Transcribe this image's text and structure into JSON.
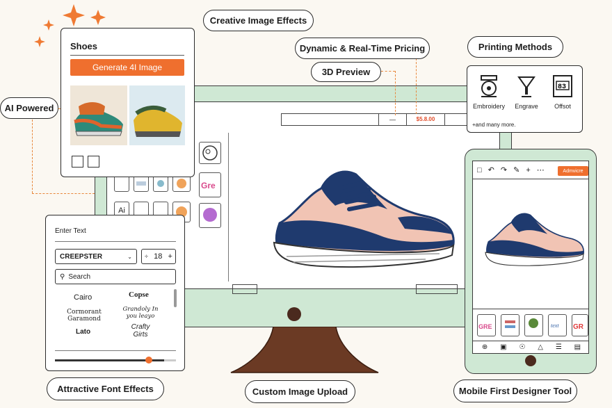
{
  "pills": {
    "creative": "Creative Image Effects",
    "pricing": "Dynamic & Real-Time Pricing",
    "printing": "Printing Methods",
    "preview3d": "3D Preview",
    "ai": "AI Powered",
    "fonts": "Attractive Font Effects",
    "upload": "Custom Image Upload",
    "mobile": "Mobile First Designer Tool"
  },
  "ai_card": {
    "title": "Shoes",
    "button": "Generate 4I Image"
  },
  "price_bar": {
    "dash": "—",
    "price": "$5.8.00"
  },
  "printing_card": {
    "methods": [
      {
        "label": "Embroidery",
        "icon": "embroidery-machine-icon"
      },
      {
        "label": "Engrave",
        "icon": "engrave-tool-icon"
      },
      {
        "label": "Offsot",
        "icon": "offset-printer-icon"
      }
    ],
    "more": "+and many more."
  },
  "font_panel": {
    "label": "Enter Text",
    "font_select": "CREEPSTER",
    "size": "18",
    "minus": "÷",
    "plus": "+",
    "search_placeholder": "Search",
    "fonts": [
      "Cairo",
      "Copse",
      "Cormorant Garamond",
      "Grandoly In you leayo",
      "Lato",
      "Crafty Girts"
    ],
    "slider_value": 0.9
  },
  "left_toolbar_ai": "Ai",
  "phone": {
    "action_button": "Admvicre"
  },
  "colors": {
    "accent": "#ef6f2e",
    "monitor": "#cfe8d4",
    "shoe_navy": "#1f3a6e",
    "shoe_peach": "#f1c4b4",
    "stand": "#6b3a24"
  }
}
